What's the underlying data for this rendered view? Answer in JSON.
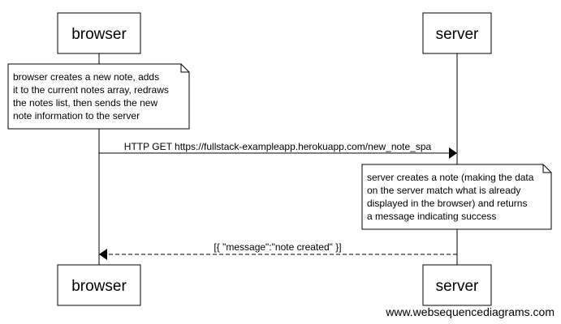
{
  "diagram": {
    "actors": [
      {
        "id": "browser",
        "label": "browser"
      },
      {
        "id": "server",
        "label": "server"
      }
    ],
    "notes": [
      {
        "over": "browser",
        "lines": [
          "browser creates a new note, adds",
          "it to the current notes array, redraws",
          "the notes list, then sends the new",
          "note information to the server"
        ]
      },
      {
        "over": "server",
        "lines": [
          "server creates a note (making the data",
          "on the server match what is already",
          "displayed in the browser) and returns",
          "a message indicating success"
        ]
      }
    ],
    "messages": [
      {
        "from": "browser",
        "to": "server",
        "style": "solid",
        "label": "HTTP GET https://fullstack-exampleapp.herokuapp.com/new_note_spa"
      },
      {
        "from": "server",
        "to": "browser",
        "style": "dashed",
        "label": "[{ \"message\":\"note created\" }]"
      }
    ],
    "credit": "www.websequencediagrams.com"
  }
}
